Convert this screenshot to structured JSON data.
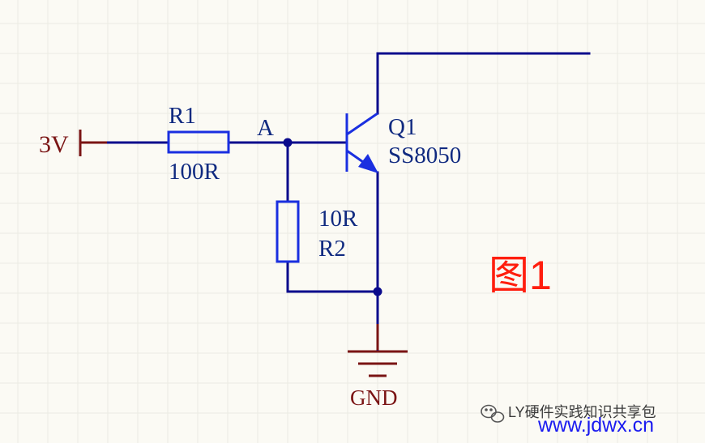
{
  "colors": {
    "background": "#fbfaf4",
    "grid": "#ebebe3",
    "wire": "#0a0a8c",
    "component": "#1a2fe0",
    "power_label": "#7a1414",
    "text": "#102a80",
    "figure_tag": "#ff1e0e",
    "watermark": "#3a3a3a",
    "url": "#1a1af0"
  },
  "schematic": {
    "power": {
      "label": "3V"
    },
    "r1": {
      "designator": "R1",
      "value": "100R"
    },
    "node_a": {
      "label": "A"
    },
    "q1": {
      "designator": "Q1",
      "part": "SS8050"
    },
    "r2": {
      "value": "10R",
      "designator": "R2"
    },
    "gnd": {
      "label": "GND"
    }
  },
  "figure_tag": "图1",
  "watermark": {
    "icon": "wechat-icon",
    "text": "LY硬件实践知识共享包",
    "url": "www.jdwx.cn"
  }
}
